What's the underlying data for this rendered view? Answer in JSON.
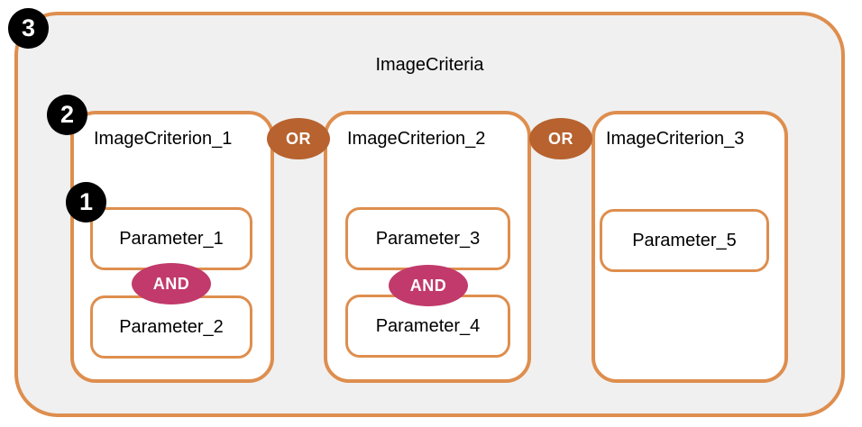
{
  "diagram": {
    "title": "ImageCriteria",
    "criteria": [
      {
        "label": "ImageCriterion_1",
        "inner_operator": "AND",
        "parameters": [
          "Parameter_1",
          "Parameter_2"
        ]
      },
      {
        "label": "ImageCriterion_2",
        "inner_operator": "AND",
        "parameters": [
          "Parameter_3",
          "Parameter_4"
        ]
      },
      {
        "label": "ImageCriterion_3",
        "parameters": [
          "Parameter_5"
        ]
      }
    ],
    "operators": [
      "OR",
      "OR"
    ],
    "markers": [
      {
        "label": "1"
      },
      {
        "label": "2"
      },
      {
        "label": "3"
      }
    ],
    "colors": {
      "border_orange": "#DE8E4E",
      "or_badge": "#B7622F",
      "and_badge": "#C13A6B",
      "marker_black": "#000000",
      "outer_bg": "#F0F0F0",
      "box_bg": "#FFFFFF"
    }
  }
}
